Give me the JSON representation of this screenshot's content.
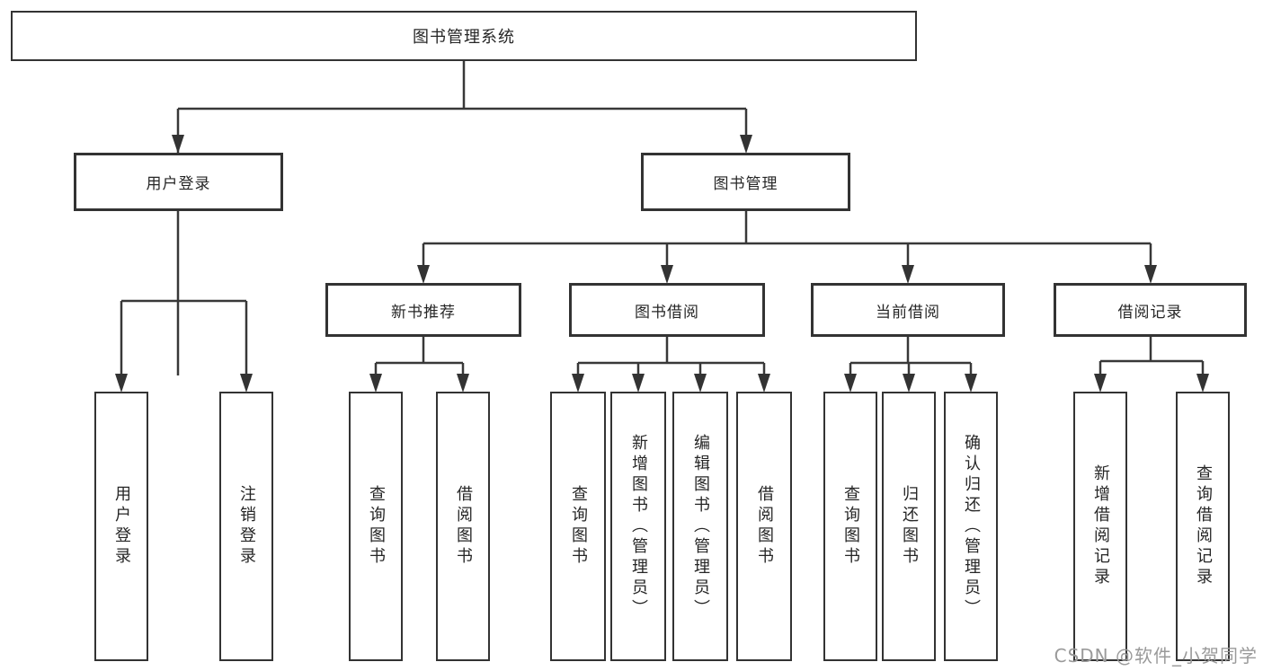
{
  "tree": {
    "label": "图书管理系统",
    "children": [
      {
        "label": "用户登录",
        "children": [
          {
            "label": "用户登录"
          },
          {
            "label": "注销登录"
          }
        ]
      },
      {
        "label": "图书管理",
        "children": [
          {
            "label": "新书推荐",
            "children": [
              {
                "label": "查询图书"
              },
              {
                "label": "借阅图书"
              }
            ]
          },
          {
            "label": "图书借阅",
            "children": [
              {
                "label": "查询图书"
              },
              {
                "label": "新增图书（管理员）"
              },
              {
                "label": "编辑图书（管理员）"
              },
              {
                "label": "借阅图书"
              }
            ]
          },
          {
            "label": "当前借阅",
            "children": [
              {
                "label": "查询图书"
              },
              {
                "label": "归还图书"
              },
              {
                "label": "确认归还（管理员）"
              }
            ]
          },
          {
            "label": "借阅记录",
            "children": [
              {
                "label": "新增借阅记录"
              },
              {
                "label": "查询借阅记录"
              }
            ]
          }
        ]
      }
    ]
  },
  "watermark": {
    "text": "CSDN @软件_小贺同学"
  },
  "colors": {
    "background": "#ffffff",
    "box_border": "#333333",
    "connector_line": "#383838",
    "text": "#262626",
    "watermark_text": "#9a9a9a"
  }
}
